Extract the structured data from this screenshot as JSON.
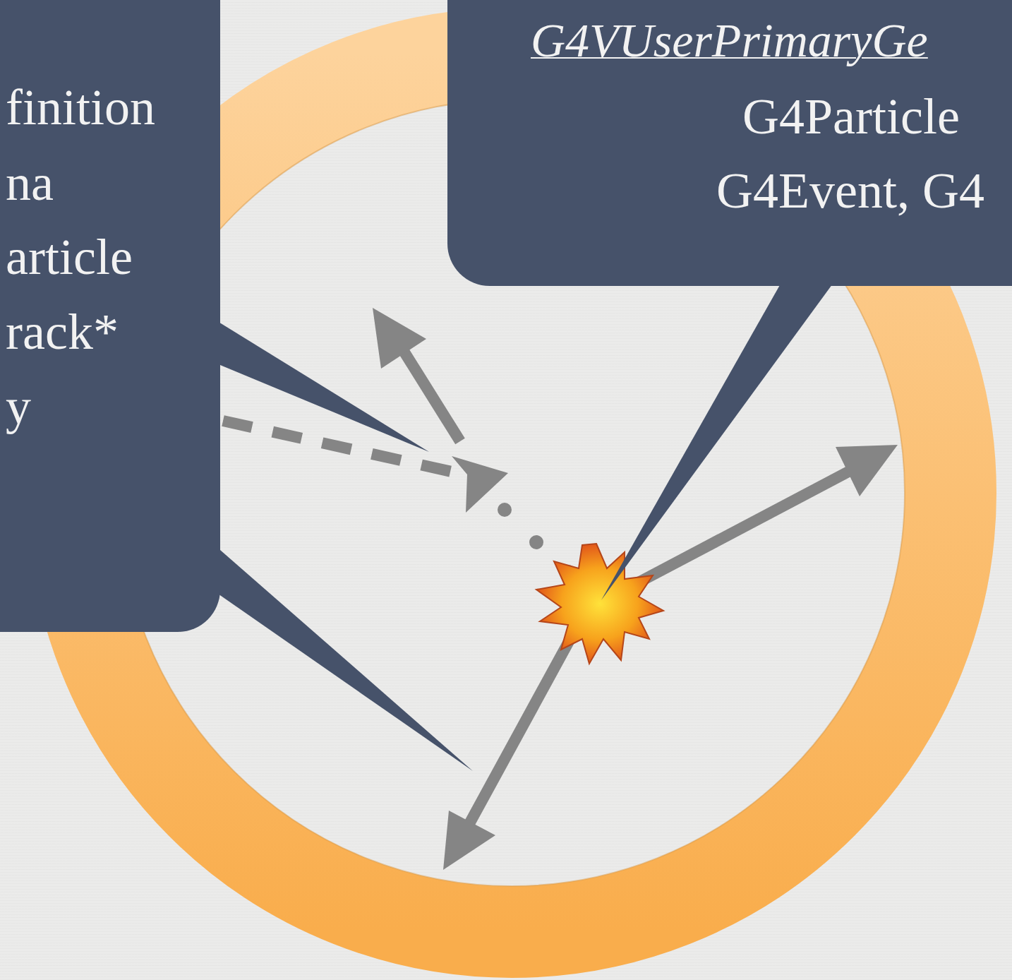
{
  "diagram": {
    "nodes": [
      {
        "text": [
          "finition",
          "na",
          "article",
          "rack*",
          "y"
        ]
      },
      {
        "text": [
          "G4VUserPrimaryGe",
          "G4Particle",
          "G4Event, G4"
        ]
      }
    ]
  }
}
